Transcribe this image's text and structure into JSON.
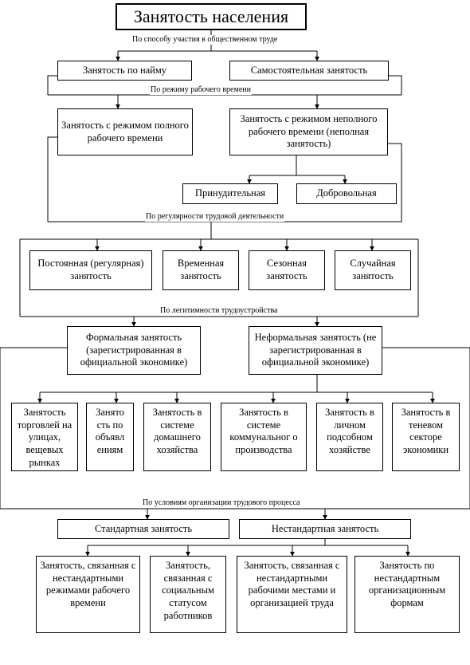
{
  "diagram": {
    "title": "Занятость населения",
    "criteria": {
      "participation": "По способу участия в общественном труде",
      "work_time": "По режиму рабочего времени",
      "regularity": "По регулярности трудовой деятельности",
      "legitimacy": "По легитимности трудоустройства",
      "organization": "По условиям организации трудового процесса"
    },
    "nodes": {
      "hired": "Занятость по найму",
      "self": "Самостоятельная занятость",
      "full_time": "Занятость с режимом полного рабочего времени",
      "part_time": "Занятость с режимом неполного рабочего времени (неполная занятость)",
      "forced": "Принудительная",
      "voluntary": "Добровольная",
      "permanent": "Постоянная (регулярная) занятость",
      "temporary": "Временная занятость",
      "seasonal": "Сезонная занятость",
      "casual": "Случайная занятость",
      "formal": "Формальная занятость (зарегистрированная в официальной экономике)",
      "informal": "Неформальная занятость (не зарегистрированная в официальной экономике)",
      "street_trade": "Занятость торговлей на улицах, вещевых рынках",
      "ads": "Занято сть по объявл ениям",
      "household": "Занятость в системе домашнего хозяйства",
      "communal": "Занятость в системе коммунальног о производства",
      "subsidiary": "Занятость в личном подсобном хозяйстве",
      "shadow": "Занятость в теневом секторе экономики",
      "standard": "Стандартная занятость",
      "nonstandard": "Нестандартная занятость",
      "ns_hours": "Занятость, связанная с нестандартными режимами рабочего времени",
      "ns_status": "Занятость, связанная с социальным статусом работников",
      "ns_workplace": "Занятость, связанная с нестандартными рабочими местами и организацией труда",
      "ns_forms": "Занятость по нестандартным организационным формам"
    }
  }
}
